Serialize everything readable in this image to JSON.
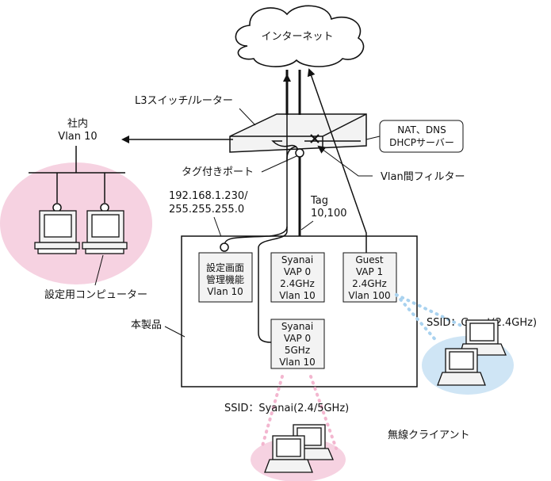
{
  "nodes": {
    "internet": "インターネット",
    "router": "L3スイッチ/ルーター",
    "nat_line1": "NAT、DNS",
    "nat_line2": "DHCPサーバー",
    "tag_port": "タグ付きポート",
    "vlan_filter": "Vlan間フィルター",
    "corp_line1": "社内",
    "corp_line2": "Vlan 10",
    "ip_line1": "192.168.1.230/",
    "ip_line2": "255.255.255.0",
    "tag_line1": "Tag",
    "tag_line2": "10,100",
    "mgmt": [
      "設定画面",
      "管理機能",
      "Vlan 10"
    ],
    "vap0_24": [
      "Syanai",
      "VAP 0",
      "2.4GHz",
      "Vlan 10"
    ],
    "vap1_guest": [
      "Guest",
      "VAP 1",
      "2.4GHz",
      "Vlan 100"
    ],
    "vap0_5": [
      "Syanai",
      "VAP 0",
      "5GHz",
      "Vlan 10"
    ],
    "product": "本製品",
    "pc_label": "設定用コンピューター",
    "ssid_guest": "SSID：Guest(2.4GHz)",
    "ssid_syanai": "SSID：Syanai(2.4/5GHz)",
    "wireless_clients": "無線クライアント"
  },
  "colors": {
    "pink": "#f6d2e1",
    "light_blue": "#cfe5f5",
    "box_fill": "#f3f3f3",
    "dot_pink": "#f3b6cf",
    "dot_blue": "#a9d2ef"
  }
}
